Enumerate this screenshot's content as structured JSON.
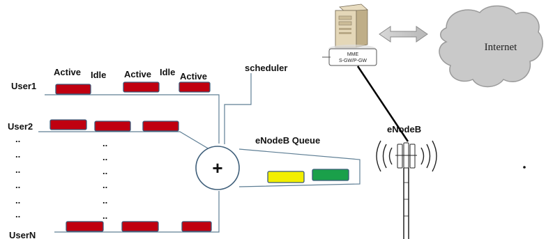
{
  "users": [
    {
      "label": "User1"
    },
    {
      "label": "User2"
    },
    {
      "label": "UserN"
    }
  ],
  "state_labels": [
    "Active",
    "Idle",
    "Active",
    "Idle",
    "Active"
  ],
  "ellipsis": "..",
  "scheduler_label": "scheduler",
  "scheduler_symbol": "+",
  "queue_label": "eNodeB Queue",
  "enodeb_label": "eNodeB",
  "core": {
    "line1": "MME",
    "line2": "S-GW/P-GW"
  },
  "internet_label": "Internet",
  "colors": {
    "active_block": "#c00010",
    "queue_yellow": "#f2ee00",
    "queue_green": "#1aa04a",
    "cloud": "#c9c9c9",
    "link": "#5f7f95"
  }
}
